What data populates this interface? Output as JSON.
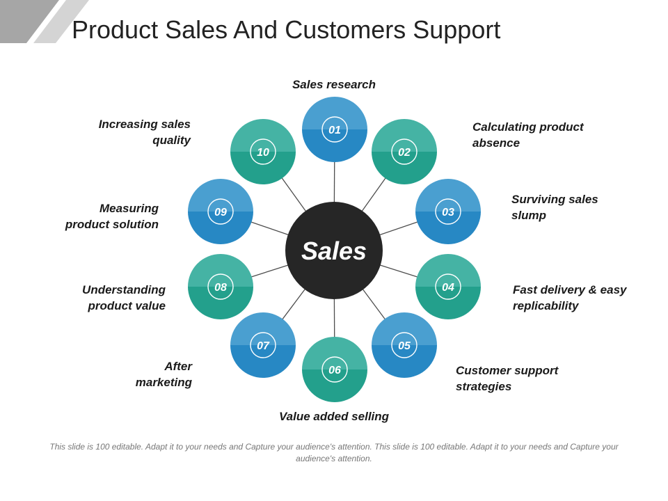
{
  "title": "Product Sales And Customers Support",
  "center": {
    "label": "Sales"
  },
  "nodes": [
    {
      "number": "01",
      "label": "Sales research",
      "color": "blue"
    },
    {
      "number": "02",
      "label": "Calculating product\nabsence",
      "color": "teal"
    },
    {
      "number": "03",
      "label": "Surviving sales\nslump",
      "color": "blue"
    },
    {
      "number": "04",
      "label": "Fast delivery & easy\nreplicability",
      "color": "teal"
    },
    {
      "number": "05",
      "label": "Customer support\nstrategies",
      "color": "blue"
    },
    {
      "number": "06",
      "label": "Value added selling",
      "color": "teal"
    },
    {
      "number": "07",
      "label": "After\nmarketing",
      "color": "blue"
    },
    {
      "number": "08",
      "label": "Understanding\nproduct value",
      "color": "teal"
    },
    {
      "number": "09",
      "label": "Measuring\nproduct solution",
      "color": "blue"
    },
    {
      "number": "10",
      "label": "Increasing sales\nquality",
      "color": "teal"
    }
  ],
  "colors": {
    "blue_top": "#4a9fd0",
    "blue_bottom": "#2788c4",
    "teal_top": "#45b3a4",
    "teal_bottom": "#23a08c",
    "center": "#262626",
    "connector": "#4d4d4d"
  },
  "footer": "This slide is 100 editable. Adapt it to your needs and Capture your audience's attention. This slide is 100 editable. Adapt it to your needs and Capture your audience's attention."
}
